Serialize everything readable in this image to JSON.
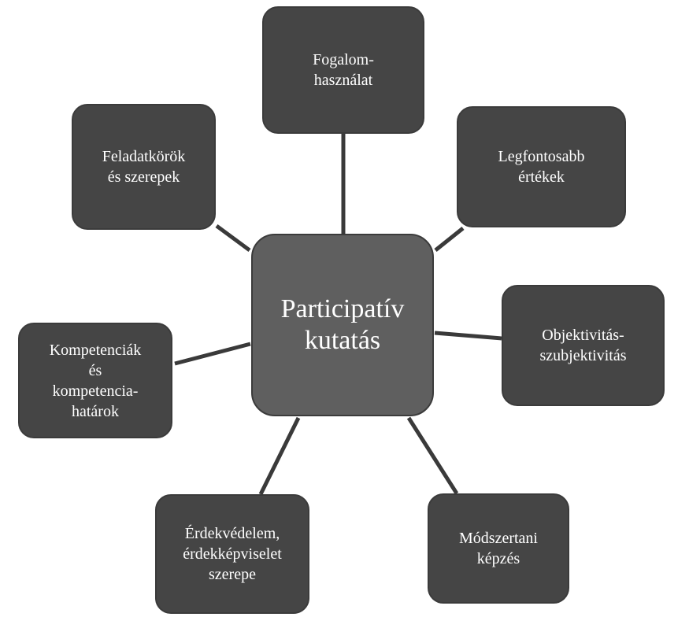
{
  "diagram": {
    "center": "Participatív\nkutatás",
    "nodes": {
      "fogalom": "Fogalom-\nhasználat",
      "legfontosabb": "Legfontosabb\nértékek",
      "objektivitas": "Objektivitás-\nszubjektivitás",
      "modszertani": "Módszertani\nképzés",
      "erdekvedelem": "Érdekvédelem,\nérdekképviselet\nszerepe",
      "kompetenciak": "Kompetenciák\nés\nkompetencia-\nhatárok",
      "feladatkorok": "Feladatkörök\nés szerepek"
    },
    "colors": {
      "node_fill_dark": "#454545",
      "node_fill_mid": "#575757",
      "center_fill": "#5f5f5f",
      "connector": "#3a3a3a",
      "text": "#ffffff"
    }
  }
}
